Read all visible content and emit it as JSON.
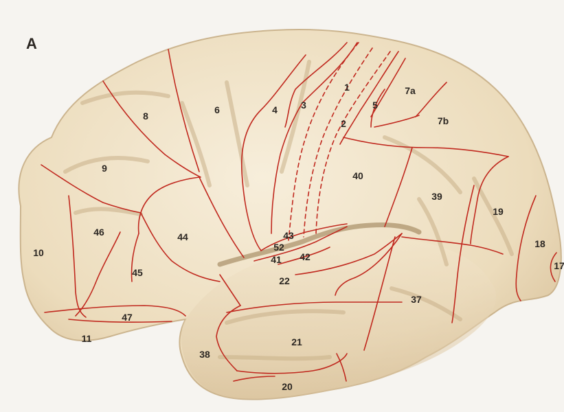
{
  "figure": {
    "panel_letter": "A",
    "area_labels": [
      "1",
      "2",
      "3",
      "4",
      "5",
      "6",
      "7a",
      "7b",
      "8",
      "9",
      "10",
      "11",
      "17",
      "18",
      "19",
      "20",
      "21",
      "22",
      "37",
      "38",
      "39",
      "40",
      "41",
      "42",
      "43",
      "44",
      "45",
      "46",
      "47",
      "52"
    ]
  },
  "colors": {
    "background": "#f6f4f0",
    "cortex_fill": "#f0e4cc",
    "cortex_shade": "#dcc8a6",
    "sulcus_shadow": "#c7ae86",
    "boundary_line": "#c0281e",
    "label_text": "#2b2622"
  }
}
